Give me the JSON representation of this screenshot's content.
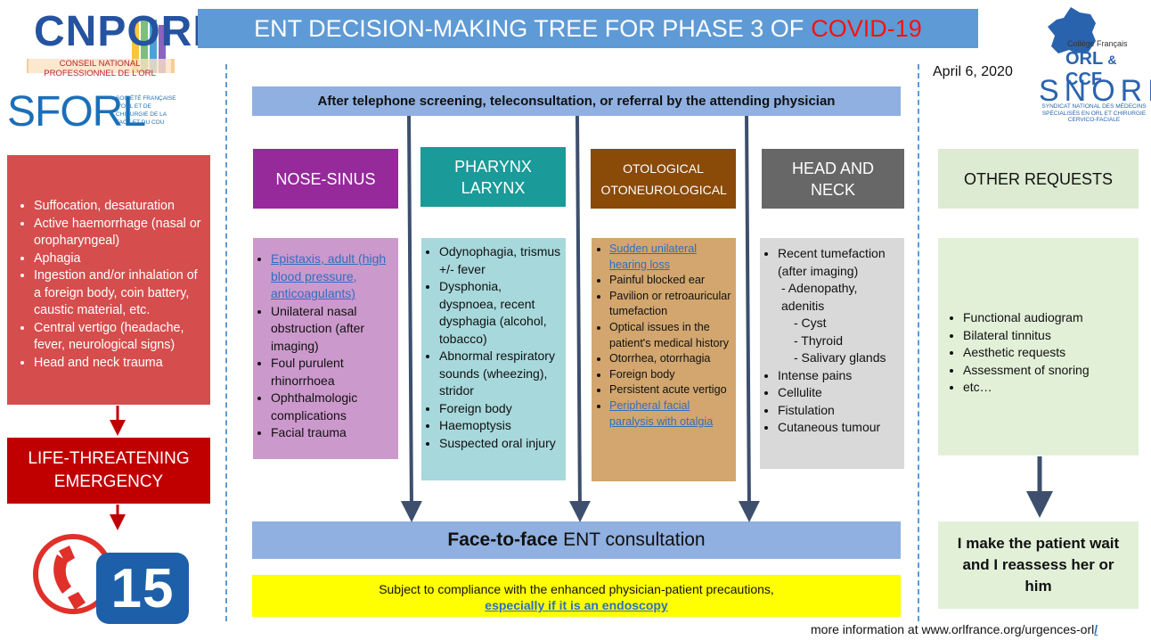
{
  "logos": {
    "cnporl": "CNPORL",
    "cnporl_sub": "CONSEIL NATIONAL PROFESSIONNEL DE L'ORL",
    "sforl": "SFORL",
    "sforl_sub": "SOCIÉTÉ FRANÇAISE D'ORL ET DE CHIRURGIE DE LA FACE ET DU COU",
    "college": "Collège Français",
    "orl": "ORL",
    "amp": "&",
    "ccf": "CCF",
    "snorl": "SNORL",
    "snorl_sub": "SYNDICAT NATIONAL DES MÉDECINS SPÉCIALISÉS EN ORL ET CHIRURGIE CERVICO-FACIALE"
  },
  "title": {
    "text": "ENT DECISION-MAKING TREE FOR PHASE 3 OF",
    "highlight": "COVID-19"
  },
  "date": "April 6, 2020",
  "screening": "After telephone screening, teleconsultation, or referral by the attending physician",
  "emergency": {
    "items": [
      "Suffocation, desaturation",
      "Active haemorrhage (nasal or oropharyngeal)",
      "Aphagia",
      "Ingestion and/or inhalation of a foreign body, coin battery, caustic material, etc.",
      "Central vertigo (headache, fever, neurological signs)",
      "Head and neck trauma"
    ],
    "life_threatening": "LIFE-THREATENING EMERGENCY",
    "phone_number": "15"
  },
  "categories": {
    "nose": "NOSE-SINUS",
    "pharynx": "PHARYNX LARYNX",
    "oto": "OTOLOGICAL OTONEUROLOGICAL",
    "head": "HEAD AND NECK",
    "other": "OTHER REQUESTS"
  },
  "nose_items": {
    "link": "Epistaxis, adult (high blood pressure, anticoagulants)",
    "items": [
      "Unilateral nasal obstruction (after imaging)",
      "Foul purulent rhinorrhoea",
      "Ophthalmologic complications",
      "Facial trauma"
    ]
  },
  "pharynx_items": [
    "Odynophagia, trismus +/- fever",
    "Dysphonia, dyspnoea, recent dysphagia (alcohol, tobacco)",
    "Abnormal respiratory sounds (wheezing), stridor",
    "Foreign body",
    "Haemoptysis",
    "Suspected oral injury"
  ],
  "oto_items": {
    "link_first": "Sudden unilateral hearing loss",
    "items": [
      "Painful blocked ear",
      "Pavilion or retroauricular tumefaction",
      "Optical issues in the patient's medical history",
      "Otorrhea, otorrhagia",
      "Foreign body",
      "Persistent acute vertigo"
    ],
    "link_last": "Peripheral facial paralysis with otalgia"
  },
  "head_items": {
    "first": "Recent tumefaction (after imaging)",
    "sub_adeno": " - Adenopathy, adenitis",
    "sub_cyst": "- Cyst",
    "sub_thyroid": "- Thyroid",
    "sub_salivary": "- Salivary glands",
    "items": [
      "Intense pains",
      "Cellulite",
      "Fistulation",
      "Cutaneous tumour"
    ]
  },
  "other_items": [
    "Functional audiogram",
    "Bilateral tinnitus",
    "Aesthetic requests",
    "Assessment of snoring",
    "etc…"
  ],
  "face_to_face": {
    "bold": "Face-to-face",
    "rest": "ENT consultation"
  },
  "precautions": {
    "line1": "Subject to compliance with the enhanced physician-patient precautions,",
    "line2": "especially if it is an endoscopy"
  },
  "wait": "I make the patient wait and I reassess her or him",
  "more_info": {
    "text": "more information at www.orlfrance.org/urgences-orl",
    "slash": "/"
  },
  "colors": {
    "title_bg": "#5e9ad6",
    "nose": "#962a9a",
    "pharynx": "#1a9a98",
    "oto": "#8a4a08",
    "head": "#676767",
    "emergency": "#d64d4d",
    "life": "#c00000",
    "arrow": "#3d4f6d"
  }
}
